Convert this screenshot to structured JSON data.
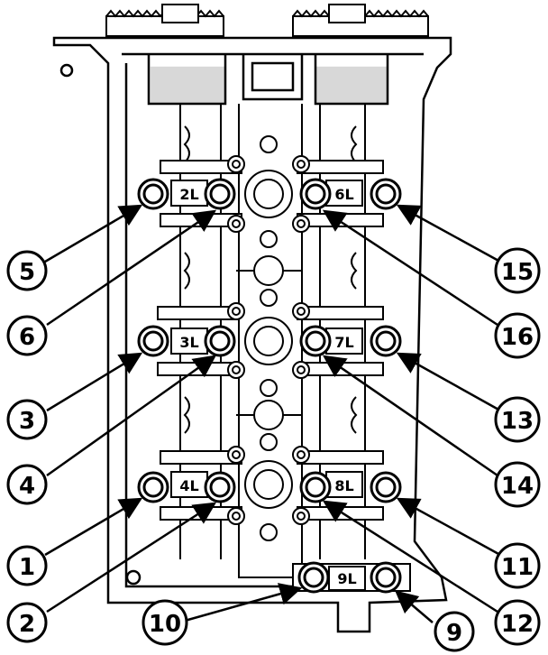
{
  "bolt_callouts": [
    "1",
    "2",
    "3",
    "4",
    "5",
    "6",
    "9",
    "10",
    "11",
    "12",
    "13",
    "14",
    "15",
    "16"
  ],
  "cap_labels": [
    "2L",
    "3L",
    "4L",
    "6L",
    "7L",
    "8L",
    "9L"
  ]
}
